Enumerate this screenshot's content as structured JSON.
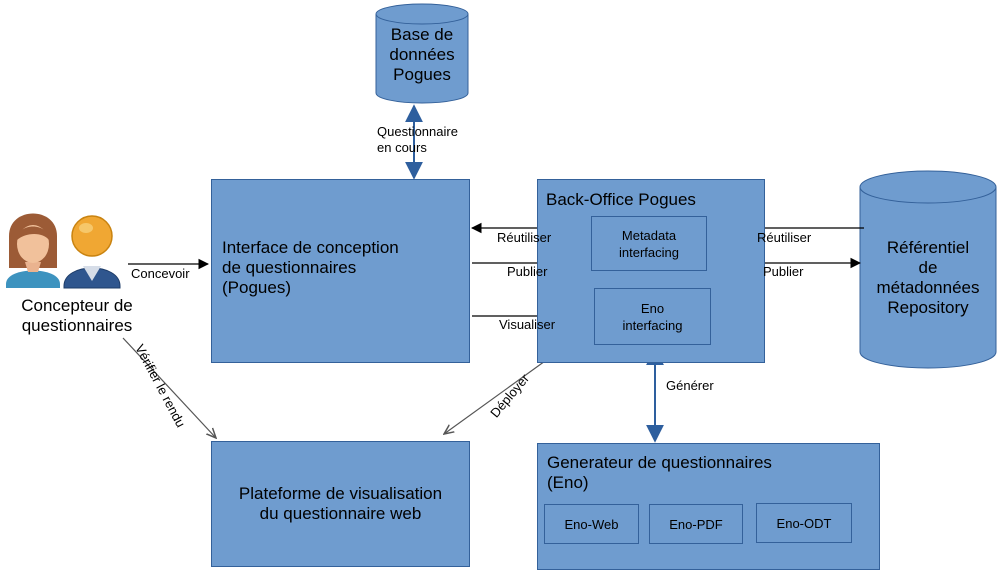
{
  "colors": {
    "box_fill": "#6f9ccf",
    "box_border": "#34619a",
    "arrow": "#000000",
    "arrow_blue": "#2e5f9e",
    "diag_arrow": "#6e6e6e"
  },
  "icons": [
    "female-user-icon",
    "male-user-icon"
  ],
  "nodes": {
    "database": "Base de\ndonnées\nPogues",
    "designer": "Concepteur de\nquestionnaires",
    "design_interface": "Interface de conception\nde questionnaires\n(Pogues)",
    "back_office": "Back-Office Pogues",
    "metadata_interfacing": "Metadata\ninterfacing",
    "eno_interfacing": "Eno\ninterfacing",
    "repository": "Référentiel\nde\nmétadonnées\nRepository",
    "platform": "Plateforme de visualisation\ndu questionnaire web",
    "generator": "Generateur de questionnaires\n(Eno)",
    "eno_web": "Eno-Web",
    "eno_pdf": "Eno-PDF",
    "eno_odt": "Eno-ODT"
  },
  "edges": {
    "questionnaire_en_cours": "Questionnaire\nen cours",
    "concevoir": "Concevoir",
    "reutiliser_left": "Réutiliser",
    "publier_left": "Publier",
    "visualiser": "Visualiser",
    "reutiliser_right": "Réutiliser",
    "publier_right": "Publier",
    "verifier": "Vérifier le rendu",
    "deployer": "Déployer",
    "generer": "Générer"
  }
}
